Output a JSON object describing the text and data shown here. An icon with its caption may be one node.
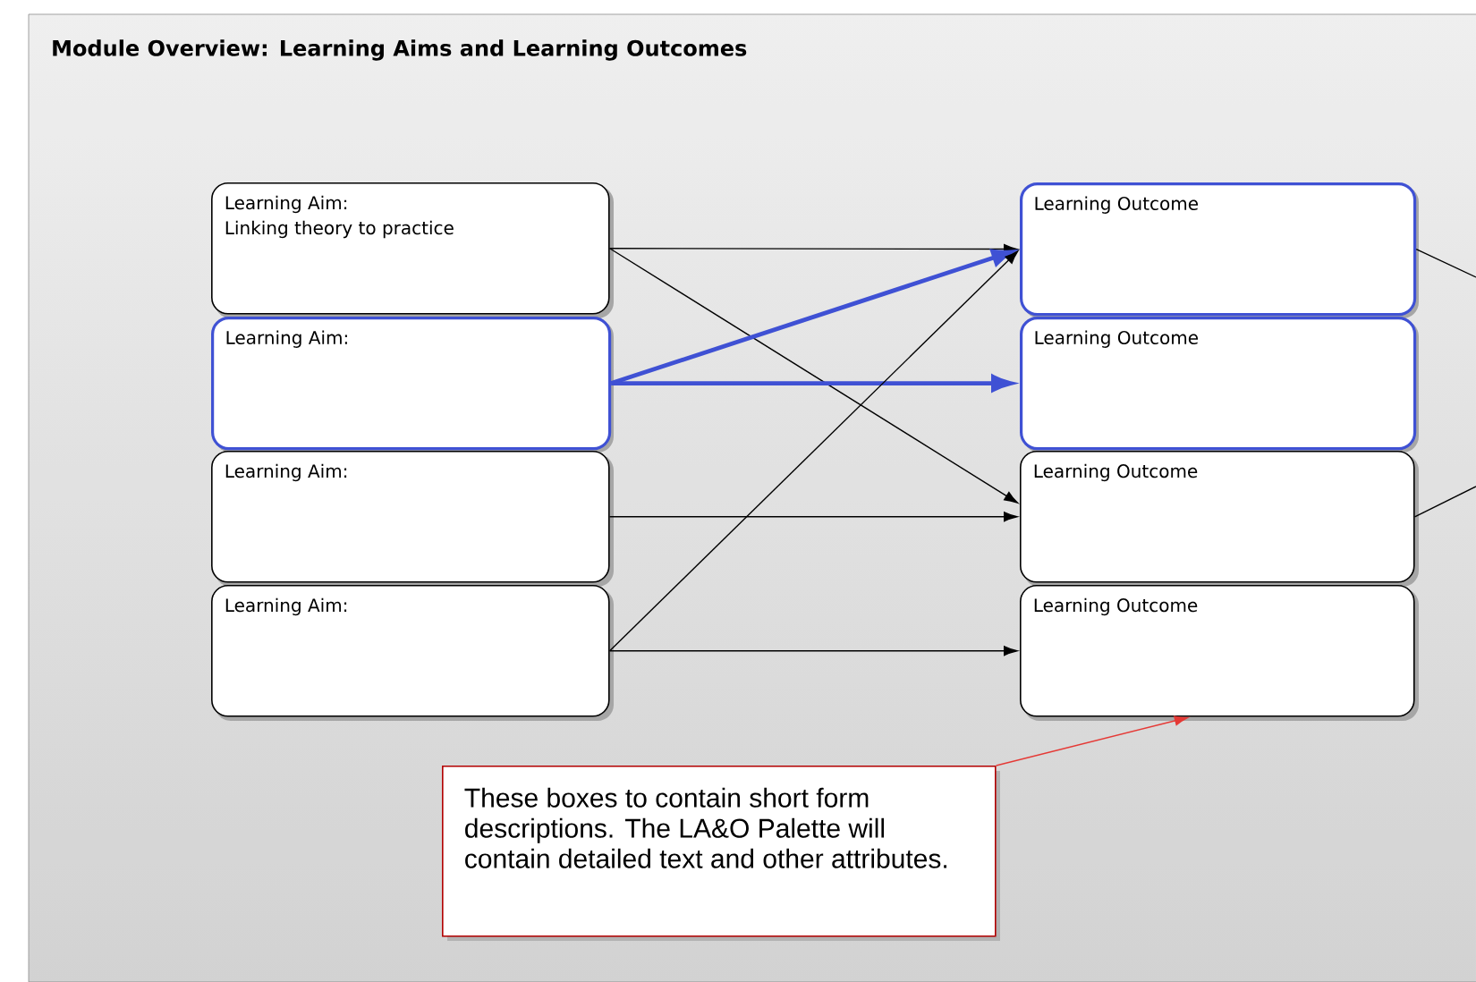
{
  "diagram": {
    "title": "Module Overview: Learning Aims and Learning Outcomes",
    "nodes": [
      {
        "text": [
          "Learning Aim:",
          "Linking theory to practice"
        ]
      },
      {
        "text": [
          "Learning Aim:"
        ]
      },
      {
        "text": [
          "Learning Aim:"
        ]
      },
      {
        "text": [
          "Learning Aim:"
        ]
      },
      {
        "text": [
          "Learning Outcome"
        ]
      },
      {
        "text": [
          "Learning Outcome"
        ]
      },
      {
        "text": [
          "Learning Outcome"
        ]
      },
      {
        "text": [
          "Learning Outcome"
        ]
      },
      {
        "text": [
          "These boxes to contain short form descriptions. The LA&O Palette will contain detailed text and other attributes."
        ]
      }
    ],
    "edges": [
      {
        "from": 0,
        "to": 4,
        "arrow": "to"
      },
      {
        "from": 0,
        "to": 6,
        "arrow": "to"
      },
      {
        "from": 1,
        "to": 4,
        "arrow": "to",
        "style": "thick",
        "color": "#3f51d4"
      },
      {
        "from": 1,
        "to": 5,
        "arrow": "to",
        "style": "thick",
        "color": "#3f51d4"
      },
      {
        "from": 2,
        "to": 6,
        "arrow": "to"
      },
      {
        "from": 3,
        "to": 7,
        "arrow": "to"
      },
      {
        "from": 3,
        "to": 4,
        "arrow": "to"
      },
      {
        "from": 4,
        "to": null,
        "arrow": "none"
      },
      {
        "from": 6,
        "to": null,
        "arrow": "none"
      },
      {
        "from": 8,
        "to": 7,
        "arrow": "to",
        "color": "#e53935"
      }
    ]
  }
}
